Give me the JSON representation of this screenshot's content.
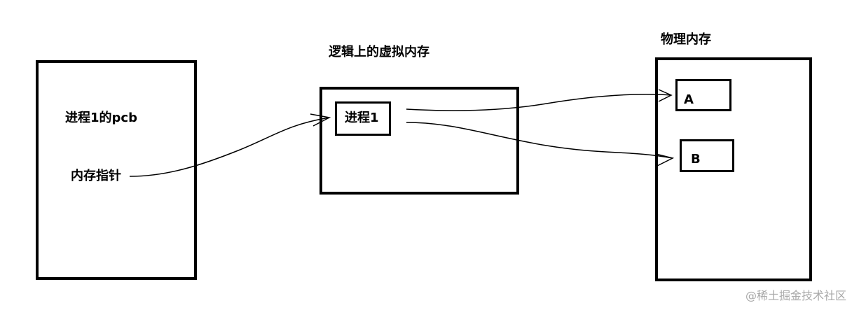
{
  "pcb": {
    "title": "进程1的pcb",
    "pointer_label": "内存指针"
  },
  "virtual_memory": {
    "title": "逻辑上的虚拟内存",
    "process_label": "进程1"
  },
  "physical_memory": {
    "title": "物理内存",
    "block_a": "A",
    "block_b": "B"
  },
  "watermark": "@稀土掘金技术社区",
  "colors": {
    "stroke": "#000000",
    "background": "#ffffff",
    "watermark": "#a8a8a8"
  }
}
